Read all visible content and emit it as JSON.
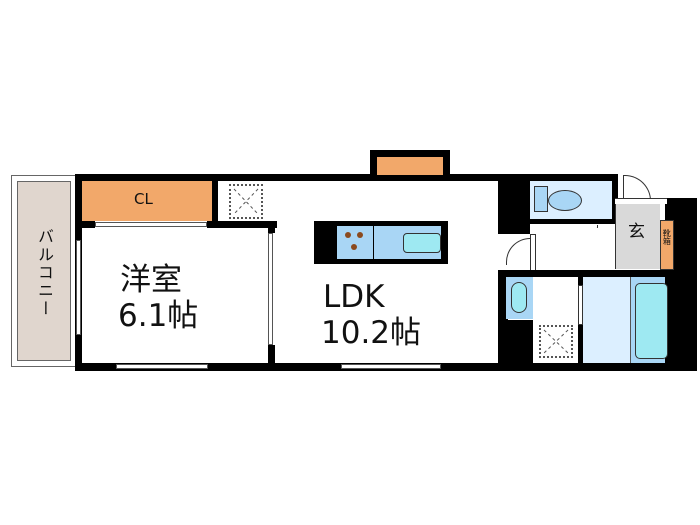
{
  "floor_plan": {
    "rooms": {
      "balcony": {
        "label": "バルコニー",
        "color": "#e0d6ce"
      },
      "closet": {
        "label": "CL",
        "color": "#f2a86a"
      },
      "western_room": {
        "name": "洋室",
        "size": "6.1帖"
      },
      "ldk": {
        "name": "LDK",
        "size": "10.2帖"
      },
      "entrance": {
        "label": "玄",
        "color": "#d9d9d9"
      },
      "shoe_box": {
        "label": "靴箱",
        "color": "#f2a86a"
      },
      "toilet": {
        "color": "#dcefff"
      },
      "washroom": {
        "color": "#ffffff"
      },
      "bathroom": {
        "color": "#dcefff"
      }
    },
    "colors": {
      "wall": "#000000",
      "fixture_blue": "#a9d6f5",
      "fixture_light": "#dcefff",
      "stove_dot": "#8b4a1e",
      "accent_orange": "#f2a86a"
    }
  }
}
